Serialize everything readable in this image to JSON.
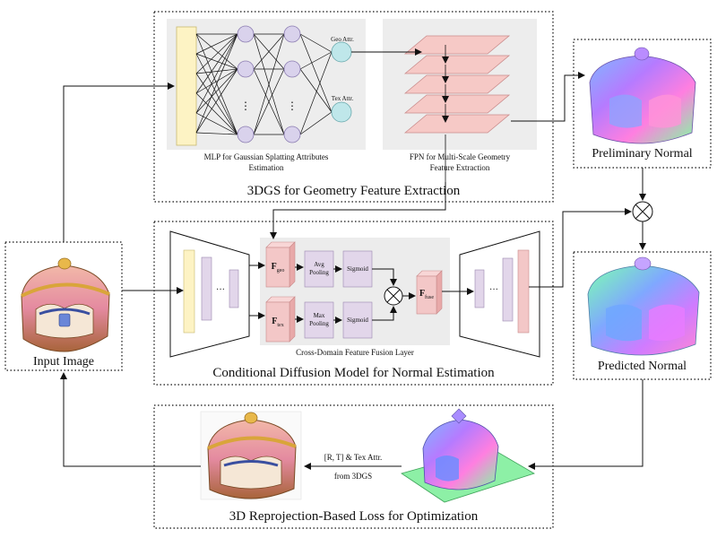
{
  "sections": {
    "geometry": "3DGS for Geometry Feature Extraction",
    "diffusion": "Conditional Diffusion Model for Normal Estimation",
    "reprojection": "3D Reprojection-Based Loss for Optimization"
  },
  "mlp": {
    "caption_line1": "MLP for Gaussian Splatting Attributes",
    "caption_line2": "Estimation",
    "geo_out": "Geo Attr.",
    "tex_out": "Tex Attr."
  },
  "fpn": {
    "caption_line1": "FPN for Multi-Scale Geometry",
    "caption_line2": "Feature Extraction"
  },
  "fusion": {
    "caption": "Cross-Domain Feature Fusion Layer",
    "f_geo_main": "F",
    "f_geo_sub": "geo",
    "f_tex_main": "F",
    "f_tex_sub": "tex",
    "f_fuse_main": "F",
    "f_fuse_sub": "fuse",
    "avg_pool_line1": "Avg",
    "avg_pool_line2": "Pooling",
    "max_pool_line1": "Max",
    "max_pool_line2": "Pooling",
    "sigmoid_top": "Sigmoid",
    "sigmoid_bottom": "Sigmoid"
  },
  "images": {
    "input": "Input Image",
    "preliminary": "Preliminary Normal",
    "predicted": "Predicted Normal"
  },
  "reprojection": {
    "note_line1": "[R, T] & Tex Attr.",
    "note_line2": "from 3DGS"
  },
  "colors": {
    "mlp_input": "#fdf3c4",
    "neuron": "#d9d2ec",
    "output_node": "#bfe7ea",
    "fpn_plane": "#f6c9c6",
    "encoder_block": "#fdf3c4",
    "mid_block": "#e2d6ea",
    "pink_block": "#f3c7c7",
    "panel_bg": "#ececec"
  }
}
